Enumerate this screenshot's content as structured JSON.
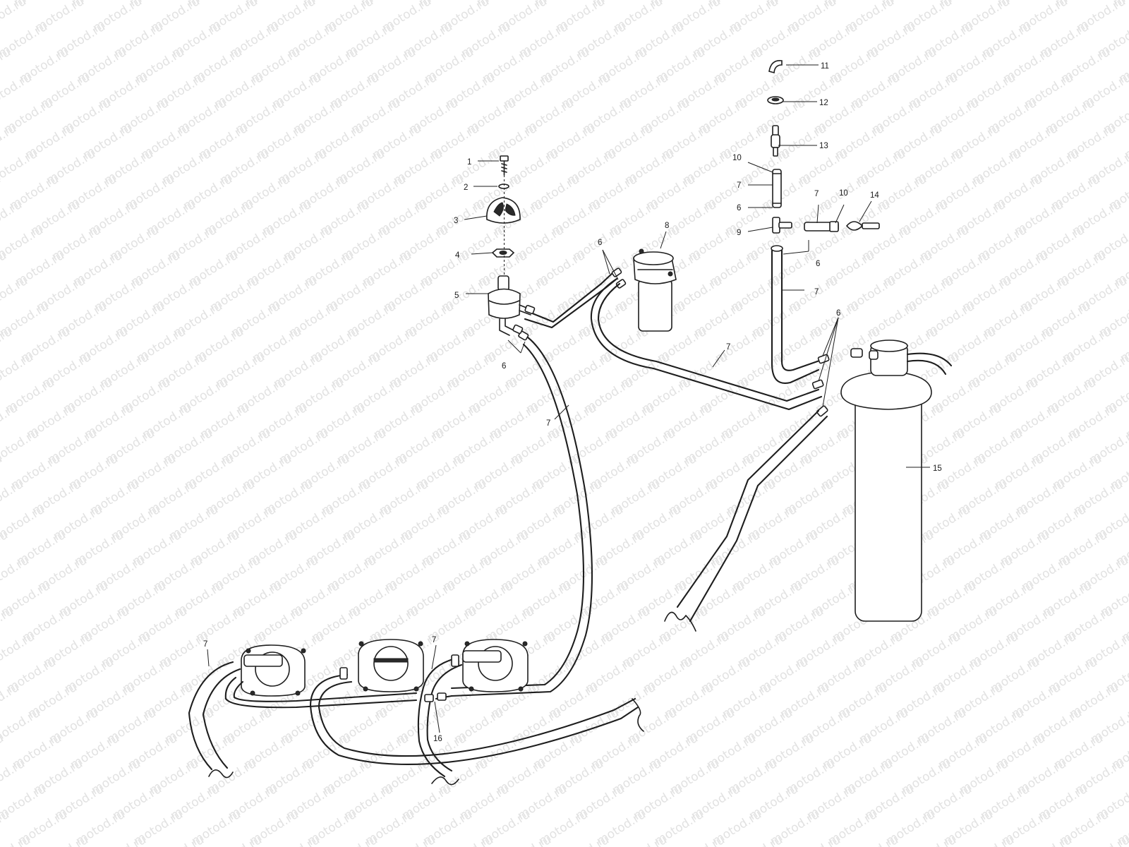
{
  "watermark": {
    "text": "motod.ru"
  },
  "callouts": [
    {
      "id": "1",
      "text": "1"
    },
    {
      "id": "2",
      "text": "2"
    },
    {
      "id": "3",
      "text": "3"
    },
    {
      "id": "4",
      "text": "4"
    },
    {
      "id": "5",
      "text": "5"
    },
    {
      "id": "6a",
      "text": "6"
    },
    {
      "id": "6b",
      "text": "6"
    },
    {
      "id": "6c",
      "text": "6"
    },
    {
      "id": "6d",
      "text": "6"
    },
    {
      "id": "6e",
      "text": "6"
    },
    {
      "id": "7a",
      "text": "7"
    },
    {
      "id": "7b",
      "text": "7"
    },
    {
      "id": "7c",
      "text": "7"
    },
    {
      "id": "7d",
      "text": "7"
    },
    {
      "id": "7e",
      "text": "7"
    },
    {
      "id": "7f",
      "text": "7"
    },
    {
      "id": "7g",
      "text": "7"
    },
    {
      "id": "8",
      "text": "8"
    },
    {
      "id": "9",
      "text": "9"
    },
    {
      "id": "10a",
      "text": "10"
    },
    {
      "id": "10b",
      "text": "10"
    },
    {
      "id": "11",
      "text": "11"
    },
    {
      "id": "12",
      "text": "12"
    },
    {
      "id": "13",
      "text": "13"
    },
    {
      "id": "14",
      "text": "14"
    },
    {
      "id": "15",
      "text": "15"
    },
    {
      "id": "16",
      "text": "16"
    }
  ]
}
